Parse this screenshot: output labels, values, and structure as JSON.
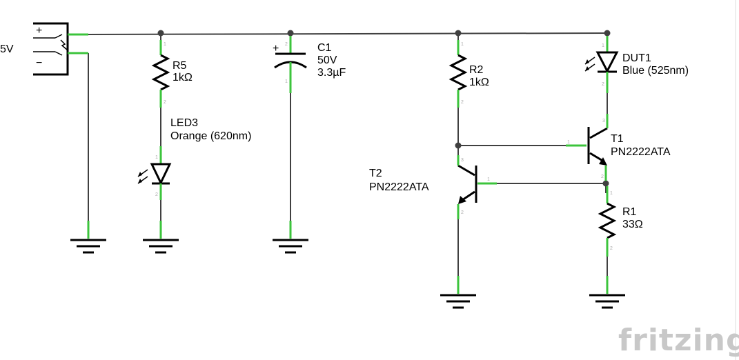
{
  "colors": {
    "wire": "#404040",
    "pin_highlight": "#3cc43c",
    "brand": "#c8c8c8"
  },
  "source": {
    "label": "5V",
    "plus": "+",
    "minus": "−"
  },
  "components": {
    "r5": {
      "ref": "R5",
      "value": "1kΩ"
    },
    "c1": {
      "ref": "C1",
      "rating": "50V",
      "value": "3.3µF",
      "plus": "+"
    },
    "led3": {
      "ref": "LED3",
      "value": "Orange (620nm)"
    },
    "r2": {
      "ref": "R2",
      "value": "1kΩ"
    },
    "dut1": {
      "ref": "DUT1",
      "value": "Blue (525nm)"
    },
    "t1": {
      "ref": "T1",
      "value": "PN2222ATA"
    },
    "t2": {
      "ref": "T2",
      "value": "PN2222ATA"
    },
    "r1": {
      "ref": "R1",
      "value": "33Ω"
    }
  },
  "brand": {
    "text": "fritzing"
  }
}
